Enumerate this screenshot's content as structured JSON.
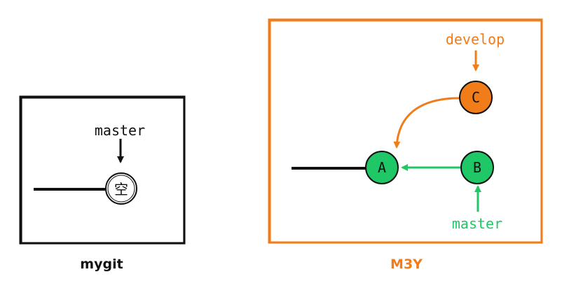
{
  "colors": {
    "ink": "#111111",
    "orange": "#f07c1a",
    "green": "#1fc766",
    "white": "#ffffff"
  },
  "left_panel": {
    "caption": "mygit",
    "branch_label": "master",
    "empty_node_label": "空"
  },
  "right_panel": {
    "caption": "M3Y",
    "develop_label": "develop",
    "master_label": "master",
    "nodes": {
      "a": "A",
      "b": "B",
      "c": "C"
    }
  }
}
